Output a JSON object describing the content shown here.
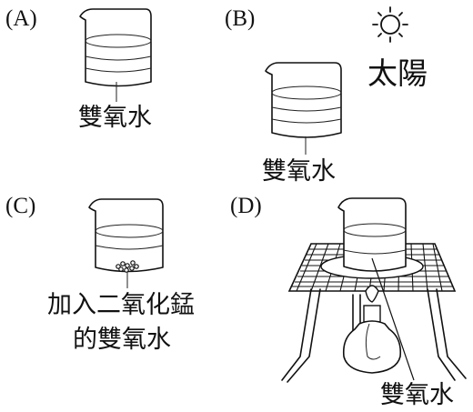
{
  "options": {
    "a": {
      "label": "(A)",
      "caption": "雙氧水"
    },
    "b": {
      "label": "(B)",
      "caption": "雙氧水",
      "sun_caption": "太陽"
    },
    "c": {
      "label": "(C)",
      "caption_line1": "加入二氧化錳",
      "caption_line2": "的雙氧水"
    },
    "d": {
      "label": "(D)",
      "caption": "雙氧水"
    }
  },
  "icons": {
    "sun": "sun-icon",
    "burner": "alcohol-lamp-icon"
  },
  "colors": {
    "ink": "#111111",
    "background": "#ffffff"
  }
}
